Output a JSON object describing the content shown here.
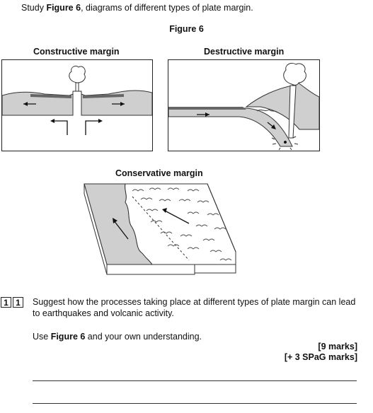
{
  "intro": {
    "prefix": "Study ",
    "figure_ref": "Figure 6",
    "suffix": ", diagrams of different types of plate margin."
  },
  "figure_title": "Figure 6",
  "captions": {
    "constructive": "Constructive margin",
    "destructive": "Destructive margin",
    "conservative": "Conservative margin"
  },
  "question": {
    "number_1": "1",
    "number_2": "1",
    "text": "Suggest how the processes taking place at different types of plate margin can lead to earthquakes and volcanic activity.",
    "use_prefix": "Use ",
    "use_figure": "Figure 6",
    "use_suffix": " and your own understanding.",
    "marks": "[9 marks]",
    "spag": "[+ 3 SPaG marks]"
  }
}
